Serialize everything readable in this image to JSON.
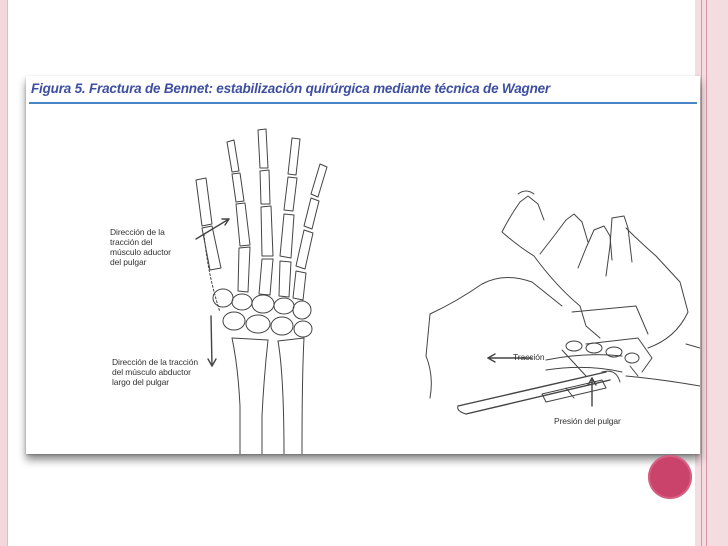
{
  "figure": {
    "caption": "Figura 5. Fractura de Bennet: estabilización quirúrgica mediante técnica de Wagner",
    "labels": {
      "adductor_traction": "Dirección de la\ntracción del\nmúsculo aductor\ndel pulgar",
      "abductor_traction": "Dirección de la tracción\ndel músculo abductor\nlargo del pulgar",
      "traction": "Tracción",
      "thumb_pressure": "Presión del pulgar"
    }
  },
  "colors": {
    "caption_text": "#3d4fa0",
    "caption_rule": "#4a86c5",
    "accent_dot": "#c9436a",
    "side_band": "#f4dde1"
  }
}
